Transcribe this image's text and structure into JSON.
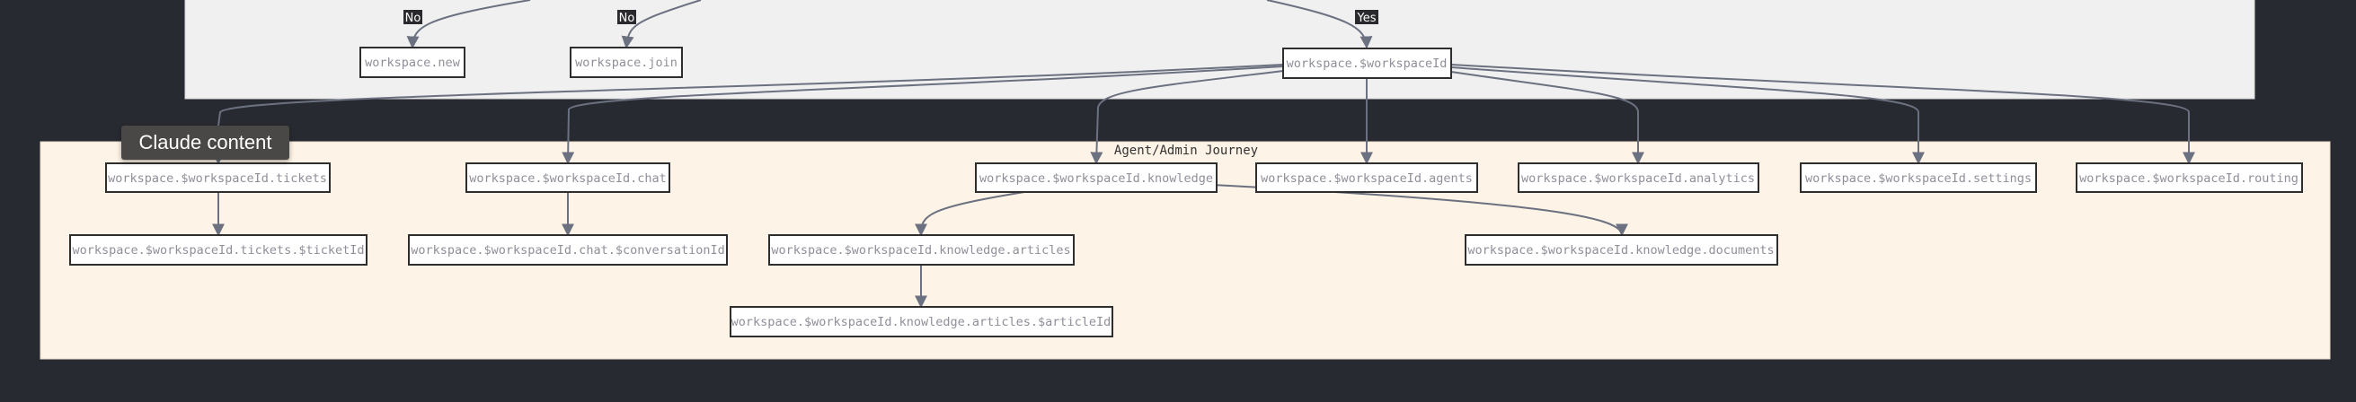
{
  "diagram": {
    "cluster_title": "Agent/Admin Journey",
    "nodes": {
      "new": "workspace.new",
      "join": "workspace.join",
      "workspace": "workspace.$workspaceId",
      "tickets": "workspace.$workspaceId.tickets",
      "chat": "workspace.$workspaceId.chat",
      "knowledge": "workspace.$workspaceId.knowledge",
      "agents": "workspace.$workspaceId.agents",
      "analytics": "workspace.$workspaceId.analytics",
      "settings": "workspace.$workspaceId.settings",
      "routing": "workspace.$workspaceId.routing",
      "ticket_detail": "workspace.$workspaceId.tickets.$ticketId",
      "conversation": "workspace.$workspaceId.chat.$conversationId",
      "articles": "workspace.$workspaceId.knowledge.articles",
      "documents": "workspace.$workspaceId.knowledge.documents",
      "article_detail": "workspace.$workspaceId.knowledge.articles.$articleId"
    },
    "edge_labels": {
      "no_1": "No",
      "no_2": "No",
      "yes": "Yes"
    }
  },
  "tooltip": {
    "label": "Claude content"
  }
}
